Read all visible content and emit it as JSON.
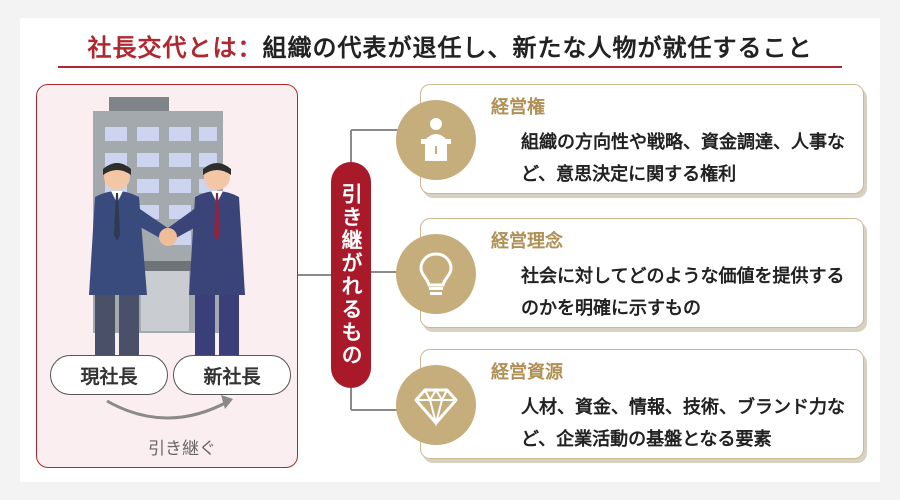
{
  "title": {
    "accent": "社長交代とは：",
    "rest": "組織の代表が退任し、新たな人物が就任すること"
  },
  "left": {
    "current_ceo": "現社長",
    "new_ceo": "新社長",
    "handover": "引き継ぐ"
  },
  "center_label": "引き継がれるもの",
  "cards": [
    {
      "title": "経営権",
      "desc": "組織の方向性や戦略、資金調達、人事など、意思決定に関する権利",
      "icon": "podium-speaker-icon"
    },
    {
      "title": "経営理念",
      "desc": "社会に対してどのような価値を提供するのかを明確に示すもの",
      "icon": "lightbulb-icon"
    },
    {
      "title": "経営資源",
      "desc": "人材、資金、情報、技術、ブランド力など、企業活動の基盤となる要素",
      "icon": "diamond-icon"
    }
  ],
  "colors": {
    "accent": "#b0282f",
    "gold": "#c6ad7c",
    "pill_bg": "#a8192a"
  }
}
